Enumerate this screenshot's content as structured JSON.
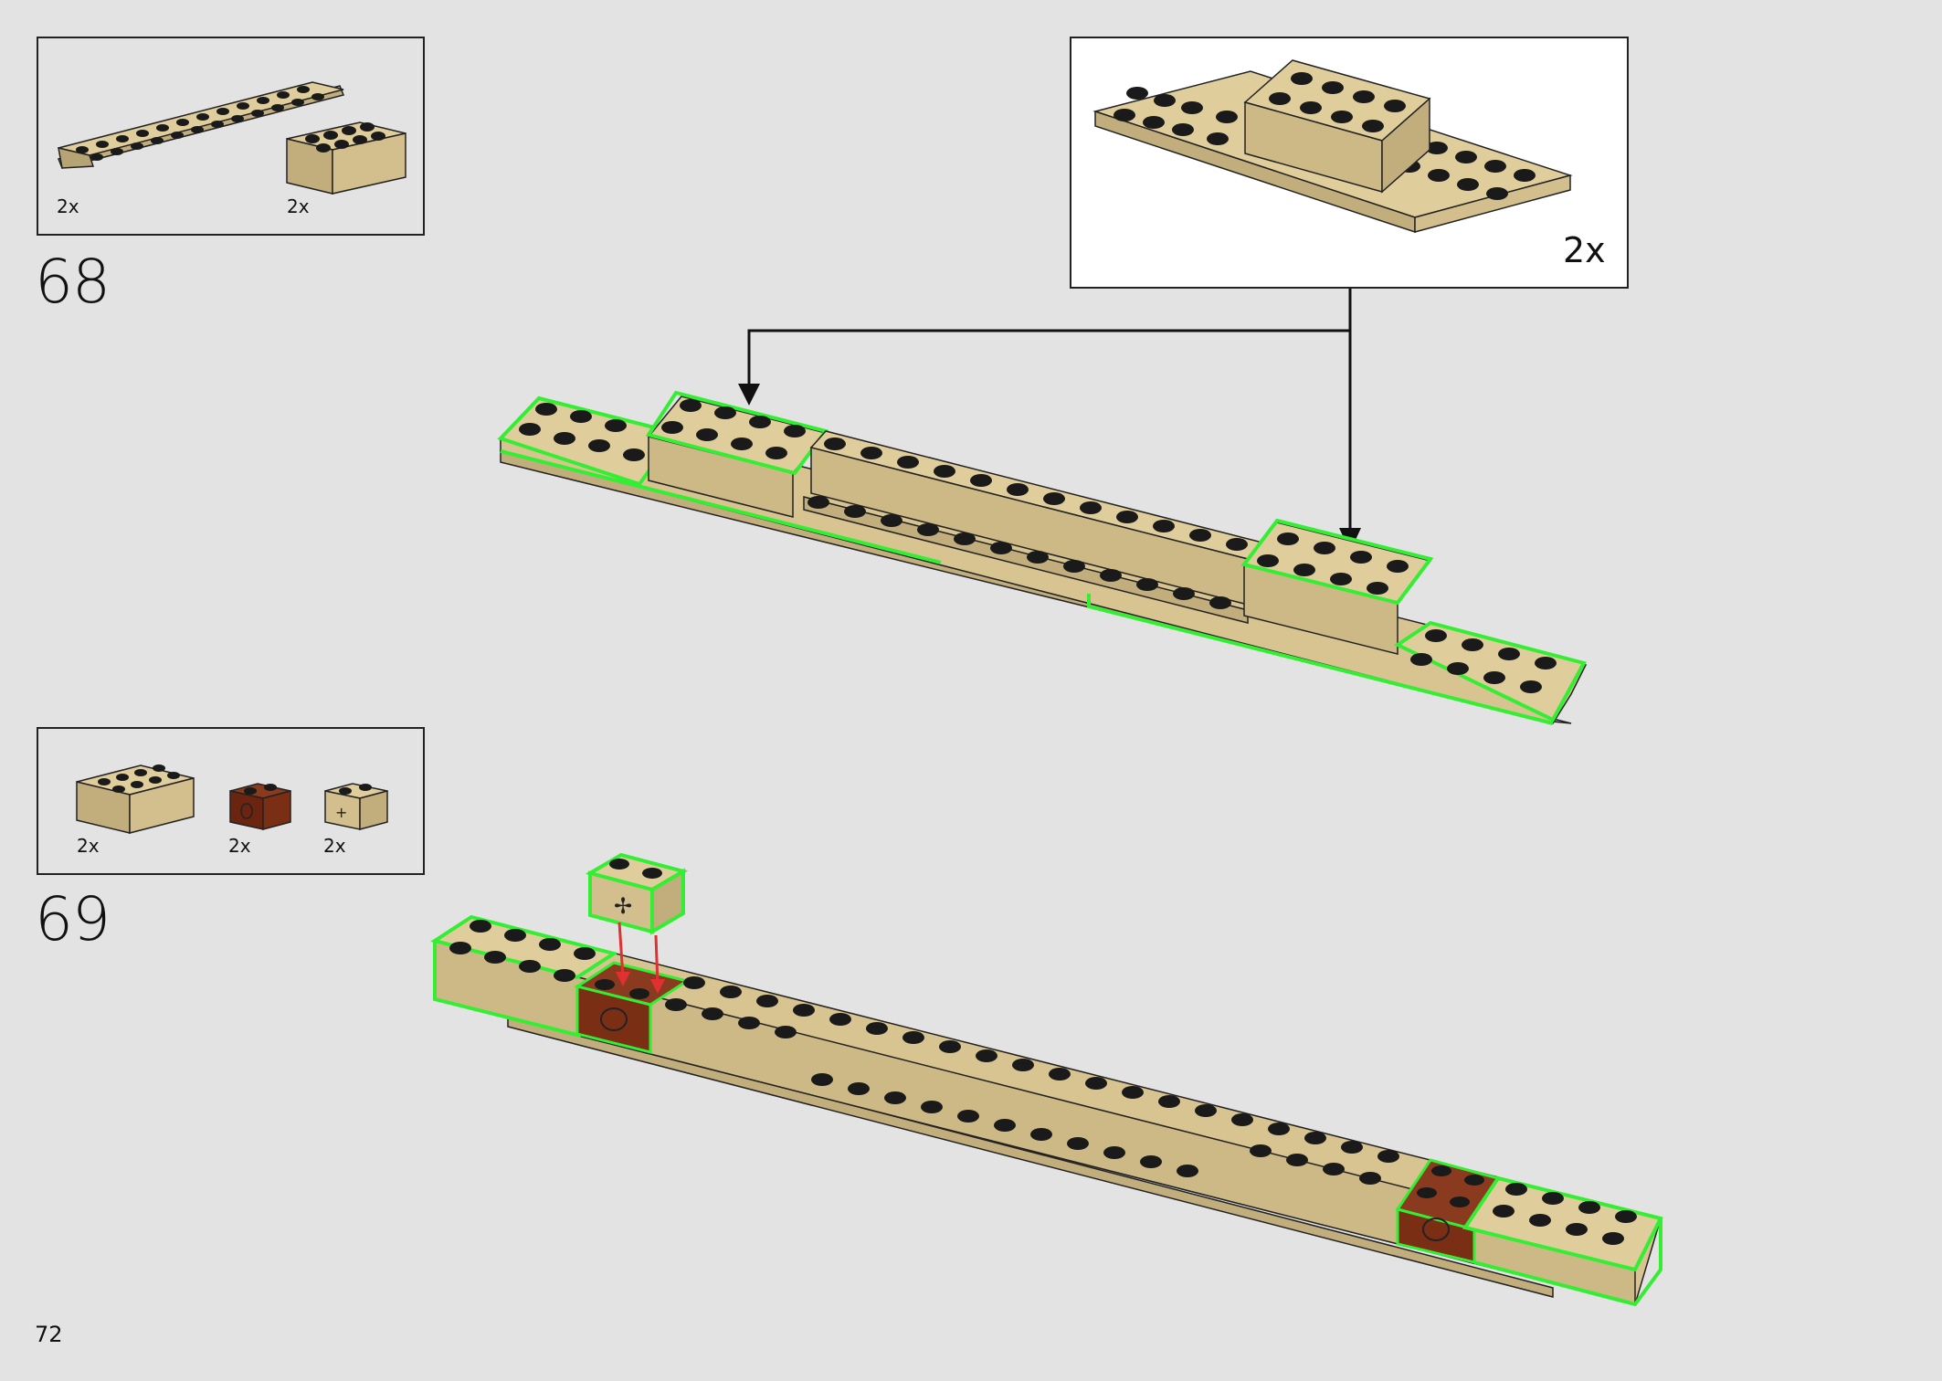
{
  "page_number": "72",
  "colors": {
    "tan": "#d8c491",
    "tan_side": "#c2ae7d",
    "brown": "#7a2e14",
    "highlight": "#33ee33",
    "arrow_red": "#e03030",
    "background": "#e3e3e3"
  },
  "steps": [
    {
      "number": "68",
      "parts": [
        {
          "quantity": "2x",
          "icon": "tan-plate-2x12-icon"
        },
        {
          "quantity": "2x",
          "icon": "tan-brick-2x4-icon"
        }
      ],
      "subassembly": {
        "quantity": "2x",
        "icon": "subassembly-plate-with-brick-icon"
      }
    },
    {
      "number": "69",
      "parts": [
        {
          "quantity": "2x",
          "icon": "tan-brick-2x4-icon"
        },
        {
          "quantity": "2x",
          "icon": "reddish-brown-technic-brick-1x2-icon"
        },
        {
          "quantity": "2x",
          "icon": "tan-technic-brick-axle-hole-icon"
        }
      ]
    }
  ]
}
